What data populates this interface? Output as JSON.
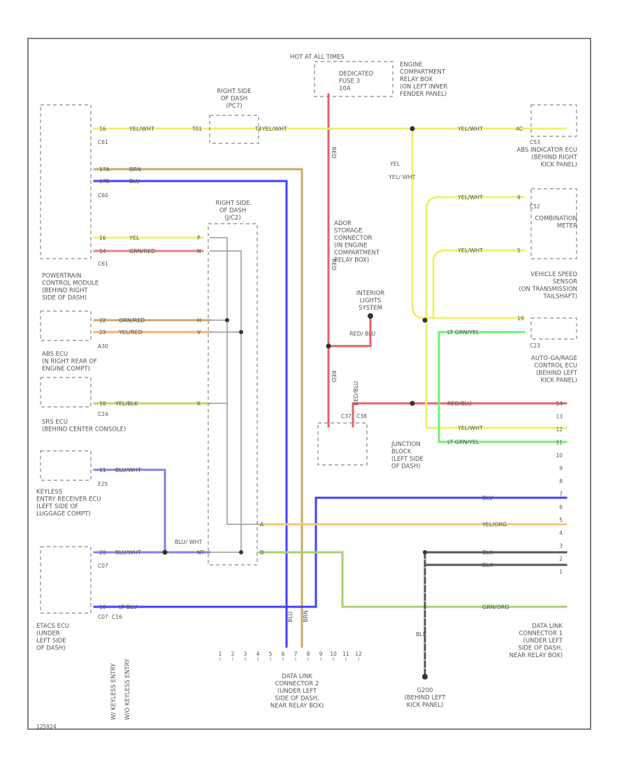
{
  "components": {
    "hot_at_all_times": "HOT AT ALL TIMES",
    "dedicated_fuse": [
      "DEDICATED",
      "FUSE 3",
      "10A"
    ],
    "engine_relay_box": [
      "ENGINE",
      "COMPARTMENT",
      "RELAY BOX",
      "(ON LEFT INNER",
      "FENDER PANEL)"
    ],
    "right_dash_top": [
      "RIGHT SIDE",
      "OF DASH",
      "(PC7)"
    ],
    "right_dash_mid": [
      "RIGHT SIDE",
      "OF DASH",
      "(J/C2)"
    ],
    "pcm": [
      "POWERTRAIN",
      "CONTROL MODULE",
      "(BEHIND RIGHT",
      "SIDE OF DASH)"
    ],
    "abs": [
      "ABS ECU",
      "(N RIGHT REAR OF",
      "ENGINE COMPT)"
    ],
    "srs": [
      "SRS ECU",
      "(BEHIND CENTER CONSOLE)"
    ],
    "keyless": [
      "KEYLESS",
      "ENTRY RECEIVER ECU",
      "(LEFT SIDE OF",
      "LUGGAGE COMPT)"
    ],
    "etacs": [
      "ETACS ECU",
      "(UNDER",
      "LEFT SIDE",
      "OF DASH)"
    ],
    "storage": [
      "ADOR",
      "STORAGE",
      "CONNECTOR",
      "(IN ENGINE",
      "COMPARTMENT",
      "RELAY BOX)"
    ],
    "interior_lights": [
      "INTERIOR",
      "LIGHTS",
      "SYSTEM"
    ],
    "junction_block": [
      "JUNCTION",
      "BLOCK",
      "(LEFT SIDE",
      "OF DASH)"
    ],
    "abs_indicator": [
      "ABS INDICATOR ECU",
      "(BEHIND RIGHT",
      "KICK PANEL)"
    ],
    "combination_meter": [
      "COMBINATION",
      "METER"
    ],
    "vss": [
      "VEHICLE SPEED",
      "SENSOR",
      "(ON TRANSMISSION",
      "TAILSHAFT)"
    ],
    "auto_ga": [
      "AUTO-GA/RAGE",
      "CONTROL ECU",
      "(BEHIND LEFT",
      "KICK PANEL)"
    ],
    "dlc2": [
      "DATA LINK",
      "CONNECTOR 2",
      "(UNDER LEFT",
      "SIDE OF DASH,",
      "NEAR RELAY BOX)"
    ],
    "dlc1": [
      "DATA LINK",
      "CONNECTOR 1",
      "(UNDER LEFT",
      "SIDE OF DASH,",
      "NEAR RELAY BOX)"
    ],
    "ground": [
      "G200",
      "(BEHIND LEFT",
      "KICK PANEL)"
    ],
    "side_labels": [
      "W/ KEYLESS ENTRY",
      "W/O KEYLESS ENTRY"
    ],
    "footer": "125924"
  },
  "connectors": [
    "C61",
    "C60",
    "C61",
    "A30",
    "C24",
    "E25",
    "C07",
    "C07",
    "C16",
    "C53",
    "C52",
    "C23"
  ],
  "wire_colors": {
    "yel_wht": "YEL/WHT",
    "brn": "BRN",
    "blu": "BLU",
    "yel": "YEL",
    "grn_red": "GRN/RED",
    "orn_red": "ORN/RED",
    "yel_red": "YEL/RED",
    "yel_blk": "YEL/BLK",
    "blu_wht": "BLU/WHT",
    "red": "RED",
    "red_blu": "RED/BLU",
    "red_blu2": "RED/ BLU",
    "lt_grn_yel": "LT GRN/YEL",
    "yel_org": "YEL/ORG",
    "blk": "BLK",
    "grn_org": "GRN/ORG",
    "lt_blu": "LT BLU",
    "blu_wht2": "BLU/ WHT",
    "yel_wht2": "YEL/ WHT"
  },
  "pins": {
    "c61_1": "16",
    "c60_a": "17A",
    "c60_b": "17B",
    "c61_2a": "16",
    "c61_2b": "14",
    "a30_a": "22",
    "a30_b": "23",
    "c24": "10",
    "e25": "11",
    "c07a": "20",
    "c07b": "18",
    "pc7_left": "T01",
    "pc7_right": "T4",
    "jc2_a": "P",
    "jc2_b": "N",
    "jc2_c": "H",
    "jc2_d": "V",
    "jc2_e": "K",
    "jc2_f": "A",
    "jc2_g": "D",
    "jc2_h": "NT",
    "c53": "9",
    "c52": "5",
    "c23": "19",
    "dlc1": [
      "14",
      "13",
      "12",
      "11",
      "10",
      "9",
      "8",
      "7",
      "6",
      "5",
      "4",
      "3",
      "2",
      "1"
    ],
    "dlc2": [
      "1",
      "2",
      "3",
      "4",
      "5",
      "6",
      "7",
      "8",
      "9",
      "10",
      "11",
      "12"
    ],
    "jb_a": "C37",
    "jb_b": "C38",
    "c61_top": "4C"
  }
}
